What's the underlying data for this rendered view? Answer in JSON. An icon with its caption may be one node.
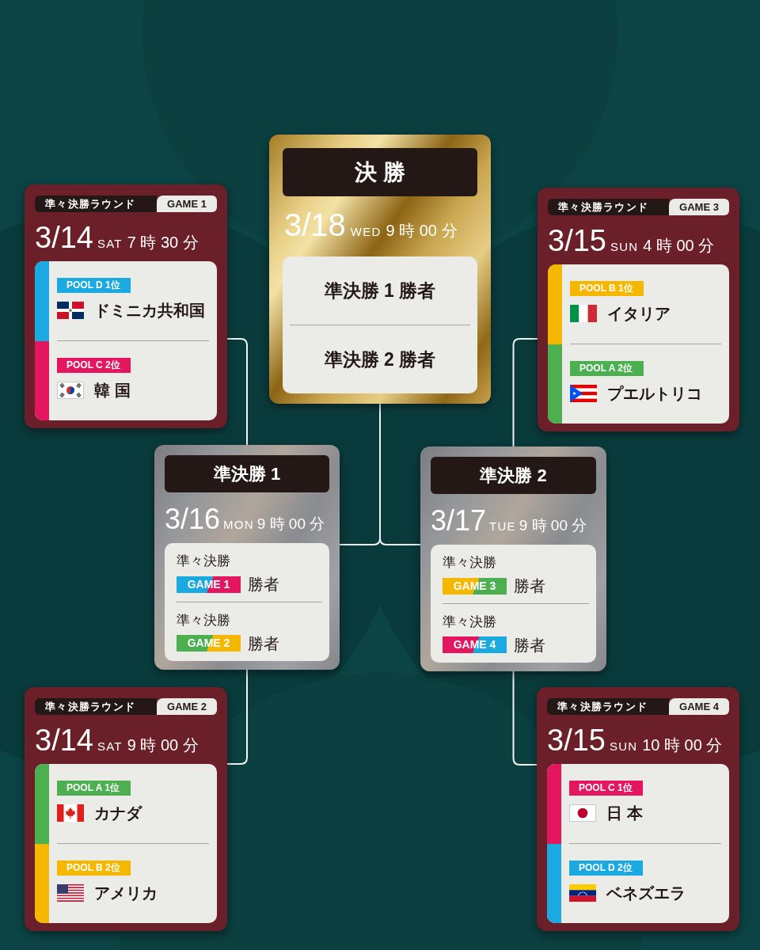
{
  "diagram": {
    "nodes": [
      {
        "text": [
          "準々決勝ラウンド",
          "GAME 1",
          "3/14",
          "SAT",
          "7 時 30 分"
        ]
      },
      {
        "text": [
          "POOL D 1位",
          "ドミニカ共和国"
        ],
        "in": 0
      },
      {
        "text": [
          "POOL C 2位",
          "韓 国"
        ],
        "in": 0
      },
      {
        "text": [
          "決 勝",
          "3/18",
          "WED",
          "9 時 00 分"
        ]
      },
      {
        "text": [
          "準決勝 1 勝者"
        ],
        "in": 3
      },
      {
        "text": [
          "準決勝 2 勝者"
        ],
        "in": 3
      },
      {
        "text": [
          "準々決勝ラウンド",
          "GAME 3",
          "3/15",
          "SUN",
          "4 時 00 分"
        ]
      },
      {
        "text": [
          "POOL B 1位",
          "イタリア"
        ],
        "in": 6
      },
      {
        "text": [
          "POOL A 2位",
          "プエルトリコ"
        ],
        "in": 6
      },
      {
        "text": [
          "準決勝 1",
          "3/16",
          "MON",
          "9 時 00 分"
        ]
      },
      {
        "text": [
          "準々決勝",
          "GAME 1",
          "勝者"
        ],
        "in": 9
      },
      {
        "text": [
          "準々決勝",
          "GAME 2",
          "勝者"
        ],
        "in": 9
      },
      {
        "text": [
          "準決勝 2",
          "3/17",
          "TUE",
          "9 時 00 分"
        ]
      },
      {
        "text": [
          "準々決勝",
          "GAME 3",
          "勝者"
        ],
        "in": 12
      },
      {
        "text": [
          "準々決勝",
          "GAME 4",
          "勝者"
        ],
        "in": 12
      },
      {
        "text": [
          "準々決勝ラウンド",
          "GAME 2",
          "3/14",
          "SAT",
          "9 時 00 分"
        ]
      },
      {
        "text": [
          "POOL A 1位",
          "カナダ"
        ],
        "in": 15
      },
      {
        "text": [
          "POOL B 2位",
          "アメリカ"
        ],
        "in": 15
      },
      {
        "text": [
          "準々決勝ラウンド",
          "GAME 4",
          "3/15",
          "SUN",
          "10 時 00 分"
        ]
      },
      {
        "text": [
          "POOL C 1位",
          "日 本"
        ],
        "in": 18
      },
      {
        "text": [
          "POOL D 2位",
          "ベネズエラ"
        ],
        "in": 18
      }
    ],
    "edges": [
      {
        "from": 0,
        "to": 9,
        "arrow": "none"
      },
      {
        "from": 15,
        "to": 9,
        "arrow": "none"
      },
      {
        "from": 6,
        "to": 12,
        "arrow": "none"
      },
      {
        "from": 18,
        "to": 12,
        "arrow": "none"
      },
      {
        "from": 9,
        "to": 3,
        "arrow": "none"
      },
      {
        "from": 12,
        "to": 3,
        "arrow": "none"
      }
    ]
  }
}
